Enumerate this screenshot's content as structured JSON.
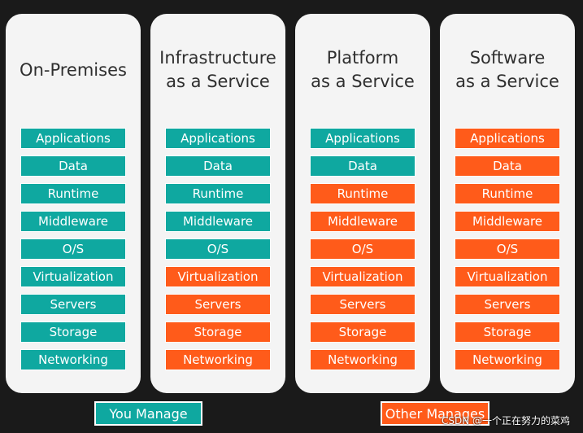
{
  "colors": {
    "teal": "#0fa8a0",
    "orange": "#ff5b1a"
  },
  "models": [
    {
      "title": "On-Premises",
      "layers": [
        {
          "label": "Applications",
          "managed_by": "you"
        },
        {
          "label": "Data",
          "managed_by": "you"
        },
        {
          "label": "Runtime",
          "managed_by": "you"
        },
        {
          "label": "Middleware",
          "managed_by": "you"
        },
        {
          "label": "O/S",
          "managed_by": "you"
        },
        {
          "label": "Virtualization",
          "managed_by": "you"
        },
        {
          "label": "Servers",
          "managed_by": "you"
        },
        {
          "label": "Storage",
          "managed_by": "you"
        },
        {
          "label": "Networking",
          "managed_by": "you"
        }
      ]
    },
    {
      "title": "Infrastructure\nas a Service",
      "layers": [
        {
          "label": "Applications",
          "managed_by": "you"
        },
        {
          "label": "Data",
          "managed_by": "you"
        },
        {
          "label": "Runtime",
          "managed_by": "you"
        },
        {
          "label": "Middleware",
          "managed_by": "you"
        },
        {
          "label": "O/S",
          "managed_by": "you"
        },
        {
          "label": "Virtualization",
          "managed_by": "other"
        },
        {
          "label": "Servers",
          "managed_by": "other"
        },
        {
          "label": "Storage",
          "managed_by": "other"
        },
        {
          "label": "Networking",
          "managed_by": "other"
        }
      ]
    },
    {
      "title": "Platform\nas a Service",
      "layers": [
        {
          "label": "Applications",
          "managed_by": "you"
        },
        {
          "label": "Data",
          "managed_by": "you"
        },
        {
          "label": "Runtime",
          "managed_by": "other"
        },
        {
          "label": "Middleware",
          "managed_by": "other"
        },
        {
          "label": "O/S",
          "managed_by": "other"
        },
        {
          "label": "Virtualization",
          "managed_by": "other"
        },
        {
          "label": "Servers",
          "managed_by": "other"
        },
        {
          "label": "Storage",
          "managed_by": "other"
        },
        {
          "label": "Networking",
          "managed_by": "other"
        }
      ]
    },
    {
      "title": "Software\nas a Service",
      "layers": [
        {
          "label": "Applications",
          "managed_by": "other"
        },
        {
          "label": "Data",
          "managed_by": "other"
        },
        {
          "label": "Runtime",
          "managed_by": "other"
        },
        {
          "label": "Middleware",
          "managed_by": "other"
        },
        {
          "label": "O/S",
          "managed_by": "other"
        },
        {
          "label": "Virtualization",
          "managed_by": "other"
        },
        {
          "label": "Servers",
          "managed_by": "other"
        },
        {
          "label": "Storage",
          "managed_by": "other"
        },
        {
          "label": "Networking",
          "managed_by": "other"
        }
      ]
    }
  ],
  "legend": {
    "you_manage": "You Manage",
    "other_manages": "Other Manages"
  },
  "watermark": "CSDN @一个正在努力的菜鸡"
}
